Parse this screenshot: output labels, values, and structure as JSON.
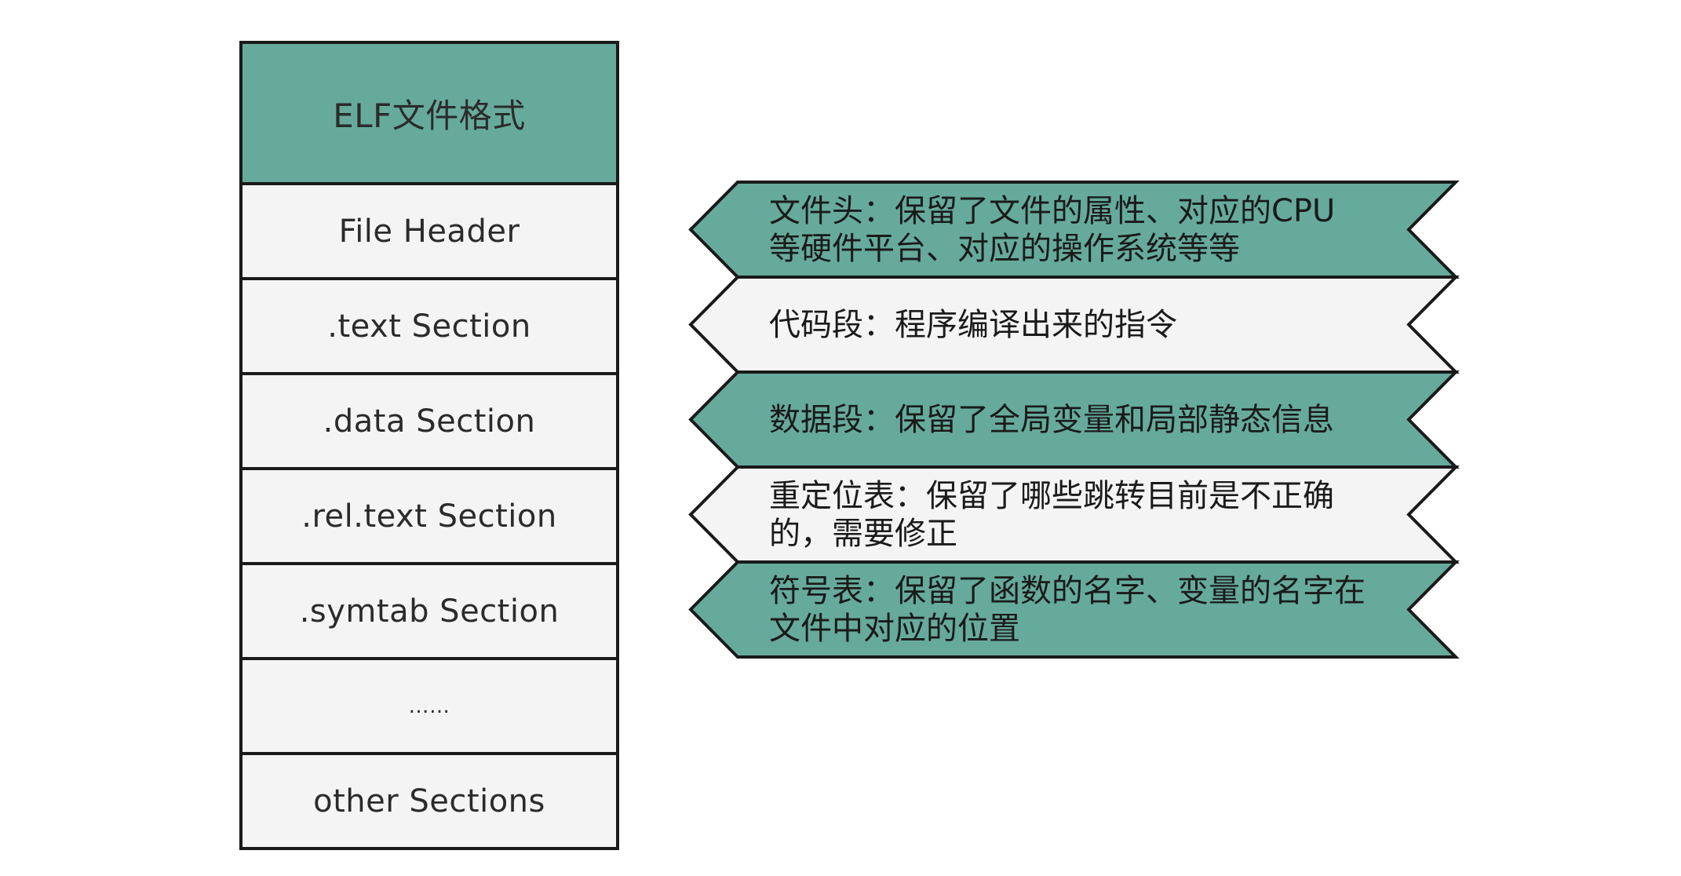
{
  "colors": {
    "teal": "#66aa9c",
    "light": "#f4f4f4",
    "stroke": "#1a1a1a"
  },
  "elf_table": {
    "title": "ELF文件格式",
    "rows": [
      "File Header",
      ".text Section",
      ".data Section",
      ".rel.text Section",
      ".symtab Section",
      "……",
      "other Sections"
    ]
  },
  "descriptions": [
    {
      "text": "文件头：保留了文件的属性、对应的CPU\n等硬件平台、对应的操作系统等等",
      "fill": "teal"
    },
    {
      "text": "代码段：程序编译出来的指令",
      "fill": "light"
    },
    {
      "text": "数据段：保留了全局变量和局部静态信息",
      "fill": "teal"
    },
    {
      "text": "重定位表：保留了哪些跳转目前是不正确\n的，需要修正",
      "fill": "light"
    },
    {
      "text": "符号表：保留了函数的名字、变量的名字在\n文件中对应的位置",
      "fill": "teal"
    }
  ]
}
